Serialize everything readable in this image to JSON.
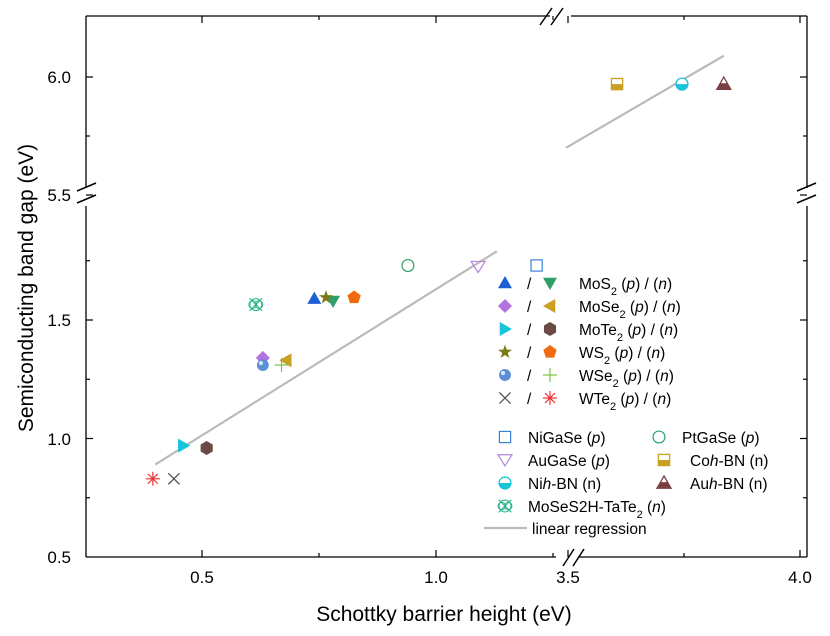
{
  "chart_data": {
    "type": "scatter",
    "title": "",
    "xlabel": "Schottky barrier height (eV)",
    "ylabel": "Semiconducting band gap (eV)",
    "x_segments": [
      [
        0.25,
        1.3
      ],
      [
        3.5,
        4.0
      ]
    ],
    "y_segments": [
      [
        0.5,
        1.85
      ],
      [
        5.5,
        6.2
      ]
    ],
    "x_ticks": [
      "0.5",
      "1.0",
      "3.5",
      "4.0"
    ],
    "y_ticks": [
      "0.5",
      "1.0",
      "1.5",
      "5.5",
      "6.0"
    ],
    "legend_placement": "right-middle",
    "series": [
      {
        "name": "MoS2 (p)",
        "marker": "triangle-up",
        "color": "#1f5fd6",
        "fill": true,
        "points": [
          [
            0.74,
            1.59
          ]
        ]
      },
      {
        "name": "MoS2 (n)",
        "marker": "triangle-down",
        "color": "#2e9e6a",
        "fill": true,
        "points": [
          [
            0.78,
            1.58
          ]
        ]
      },
      {
        "name": "MoSe2 (p)",
        "marker": "diamond",
        "color": "#b272e0",
        "fill": true,
        "points": [
          [
            0.63,
            1.34
          ]
        ]
      },
      {
        "name": "MoSe2 (n)",
        "marker": "triangle-left",
        "color": "#c9a020",
        "fill": true,
        "points": [
          [
            0.68,
            1.33
          ]
        ]
      },
      {
        "name": "MoTe2 (p)",
        "marker": "triangle-right",
        "color": "#17c4d8",
        "fill": true,
        "points": [
          [
            0.46,
            0.97
          ]
        ]
      },
      {
        "name": "MoTe2 (n)",
        "marker": "hexagon",
        "color": "#6b4a45",
        "fill": true,
        "points": [
          [
            0.51,
            0.96
          ]
        ]
      },
      {
        "name": "WS2 (p)",
        "marker": "star",
        "color": "#7a7a1a",
        "fill": true,
        "points": [
          [
            0.765,
            1.595
          ]
        ]
      },
      {
        "name": "WS2 (n)",
        "marker": "pentagon",
        "color": "#f26a10",
        "fill": true,
        "points": [
          [
            0.825,
            1.595
          ]
        ]
      },
      {
        "name": "WSe2 (p)",
        "marker": "sphere",
        "color": "#5b8fd6",
        "fill": true,
        "points": [
          [
            0.63,
            1.31
          ]
        ]
      },
      {
        "name": "WSe2 (n)",
        "marker": "plus",
        "color": "#7ac240",
        "fill": false,
        "points": [
          [
            0.67,
            1.31
          ]
        ]
      },
      {
        "name": "WTe2 (p)",
        "marker": "x",
        "color": "#555555",
        "fill": false,
        "points": [
          [
            0.44,
            0.83
          ]
        ]
      },
      {
        "name": "WTe2 (n)",
        "marker": "asterisk",
        "color": "#ee3333",
        "fill": false,
        "points": [
          [
            0.395,
            0.83
          ]
        ]
      },
      {
        "name": "Ni|GaSe (p)",
        "marker": "square-open",
        "color": "#3a82d8",
        "fill": false,
        "points": [
          [
            1.215,
            1.73
          ]
        ]
      },
      {
        "name": "Pt|GaSe (p)",
        "marker": "circle-open",
        "color": "#2aa066",
        "fill": false,
        "points": [
          [
            0.94,
            1.73
          ]
        ]
      },
      {
        "name": "Au|GaSe (p)",
        "marker": "triangle-down-open",
        "color": "#b585e0",
        "fill": false,
        "points": [
          [
            1.09,
            1.725
          ]
        ]
      },
      {
        "name": "Co|h-BN (n)",
        "marker": "square-half",
        "color": "#c9a020",
        "fill": true,
        "points": [
          [
            3.61,
            5.97
          ]
        ]
      },
      {
        "name": "Ni|h-BN (n)",
        "marker": "circle-half",
        "color": "#17c4d8",
        "fill": true,
        "points": [
          [
            3.75,
            5.97
          ]
        ]
      },
      {
        "name": "Au|h-BN (n)",
        "marker": "triangle-up-half",
        "color": "#7a4040",
        "fill": true,
        "points": [
          [
            3.84,
            5.97
          ]
        ]
      },
      {
        "name": "MoSeS|2H-TaTe2 (n)",
        "marker": "x-circle",
        "color": "#2ab38a",
        "fill": false,
        "points": [
          [
            0.615,
            1.565
          ]
        ]
      }
    ],
    "regression": {
      "name": "linear regression",
      "color": "#bbbbbb",
      "segments": [
        [
          [
            0.4,
            0.89
          ],
          [
            1.13,
            1.79
          ]
        ],
        [
          [
            3.5,
            5.7
          ],
          [
            3.84,
            6.09
          ]
        ]
      ]
    }
  },
  "legend": {
    "pair_rows": [
      {
        "sep": "/",
        "label": "MoS|2| (|p|) / (|n|)"
      },
      {
        "sep": "/",
        "label": "MoSe|2| (|p|) / (|n|)"
      },
      {
        "sep": "/",
        "label": "MoTe|2| (|p|) / (|n|)"
      },
      {
        "sep": "/",
        "label": "WS|2| (|p|) / (|n|)"
      },
      {
        "sep": "/",
        "label": "WSe|2| (|p|) / (|n|)"
      },
      {
        "sep": "/",
        "label": "WTe|2| (|p|) / (|n|)"
      }
    ],
    "items": [
      {
        "label": "Ni|GaSe (|p|)|"
      },
      {
        "label": "Pt|GaSe (|p|)|"
      },
      {
        "label": "Au|GaSe (|p|)|"
      },
      {
        "label": "Co||h|-BN (n)"
      },
      {
        "label": "Ni||h|-BN (n)"
      },
      {
        "label": "Au||h|-BN (n)"
      },
      {
        "label": "MoSeS|2H-TaTe|2| (|n|)"
      },
      {
        "label": "linear regression"
      }
    ]
  }
}
